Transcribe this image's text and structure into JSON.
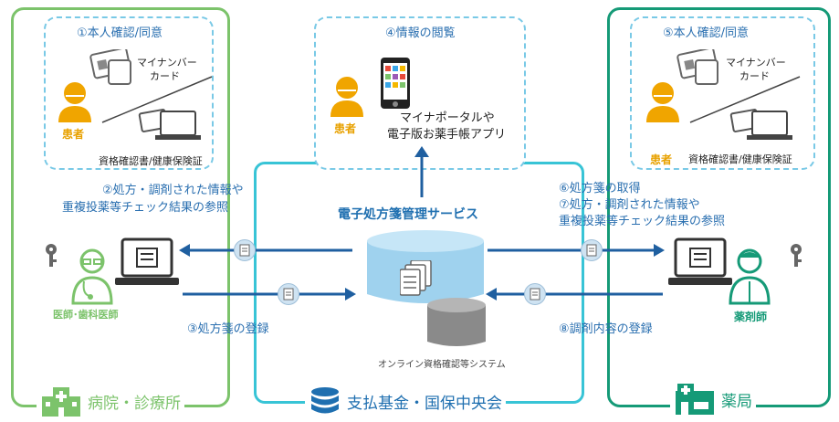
{
  "colors": {
    "hospital_border": "#7cc36b",
    "pharmacy_border": "#159a77",
    "fund_border": "#38c4d6",
    "arrow": "#1f5fa0",
    "patient": "#f0a500",
    "text_blue": "#2a6fb0"
  },
  "icons": [
    "person-icon",
    "card-icon",
    "laptop-icon",
    "smartphone-icon",
    "key-icon",
    "doctor-icon",
    "pharmacist-icon",
    "database-icon",
    "document-icon",
    "hospital-icon",
    "pharmacy-icon",
    "coins-icon"
  ],
  "hospital": {
    "consent_title": "①本人確認/同意",
    "card_label_1": "マイナンバー",
    "card_label_2": "カード",
    "cert_label": "資格確認書/健康保険証",
    "patient_label": "患者",
    "ref_line1": "②処方・調剤された情報や",
    "ref_line2": "重複投薬等チェック結果の参照",
    "register": "③処方箋の登録",
    "doctor_label": "医師･歯科医師",
    "name": "病院・診療所"
  },
  "viewer": {
    "title": "④情報の閲覧",
    "patient_label": "患者",
    "app_line1": "マイナポータルや",
    "app_line2": "電子版お薬手帳アプリ"
  },
  "center": {
    "service_title": "電子処方箋管理サービス",
    "online_system": "オンライン資格確認等システム",
    "name": "支払基金・国保中央会"
  },
  "pharmacy": {
    "consent_title": "⑤本人確認/同意",
    "card_label_1": "マイナンバー",
    "card_label_2": "カード",
    "cert_label": "資格確認書/健康保険証",
    "patient_label": "患者",
    "get": "⑥処方箋の取得",
    "ref_line1": "⑦処方・調剤された情報や",
    "ref_line2": "重複投薬等チェック結果の参照",
    "register": "⑧調剤内容の登録",
    "pharmacist_label": "薬剤師",
    "name": "薬局"
  }
}
